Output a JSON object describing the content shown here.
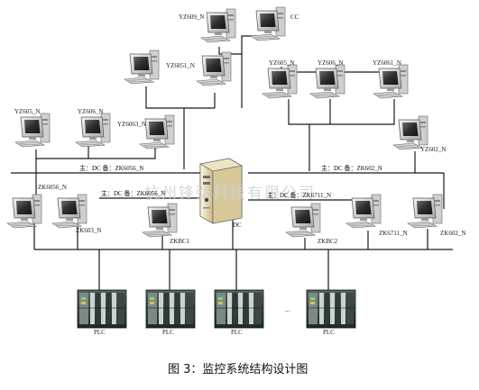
{
  "caption": "图 3：监控系统结构设计图",
  "watermark": "杭州锋弘科技有限公司",
  "labels": {
    "yz609": "YZ609_N",
    "cc": "CC",
    "yz6051": "YZ6051_N",
    "yz605_r": "YZ605_N",
    "yz606_r": "YZ606_N",
    "yz6061_r": "YZ6061_N",
    "yz605_l": "YZ605_N",
    "yz606_l": "YZ606_N",
    "yz6063": "YZ6063_N",
    "yz602": "YZ602_N",
    "zk6056": "ZK6056_N",
    "zk603": "ZK603_N",
    "zkbc1": "ZKBC1",
    "dc": "DC",
    "zkbc2": "ZKBC2",
    "zk6711": "ZK6711_N",
    "zk602": "ZK602_N",
    "bus_l1": "主：DC  备：ZK6056_N",
    "bus_l2": "主：DC  备：ZK6056_N",
    "bus_r1": "主：DC  备：ZK602_N",
    "bus_r2": "主：DC  备：ZK6711_N",
    "plc1": "PLC",
    "plc2": "PLC",
    "plc3": "PLC",
    "plc4": "PLC",
    "ellipsis": "..."
  }
}
